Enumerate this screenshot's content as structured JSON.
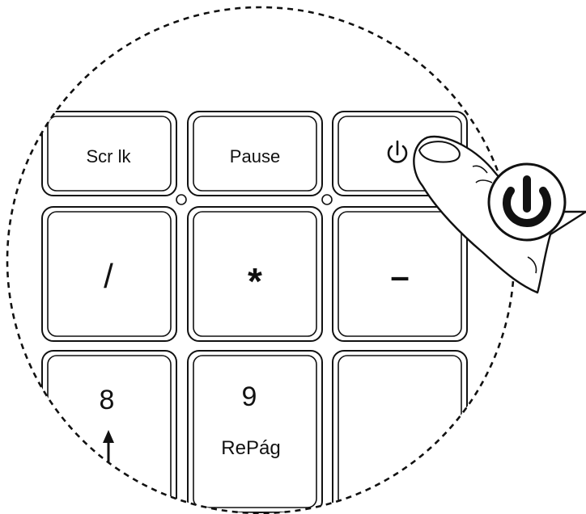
{
  "keys": {
    "scroll_lock": "Scr lk",
    "pause": "Pause",
    "slash": "/",
    "asterisk": "*",
    "minus": "–",
    "num8": "8",
    "num9": "9",
    "num9_sub": "RePág"
  },
  "icons": {
    "power_key_icon": "power-icon",
    "power_badge_icon": "power-icon",
    "arrow_up_icon": "arrow-up-icon",
    "finger": "finger-pressing"
  },
  "colors": {
    "stroke": "#111111",
    "key_fill": "#ffffff",
    "background": "#ffffff"
  }
}
